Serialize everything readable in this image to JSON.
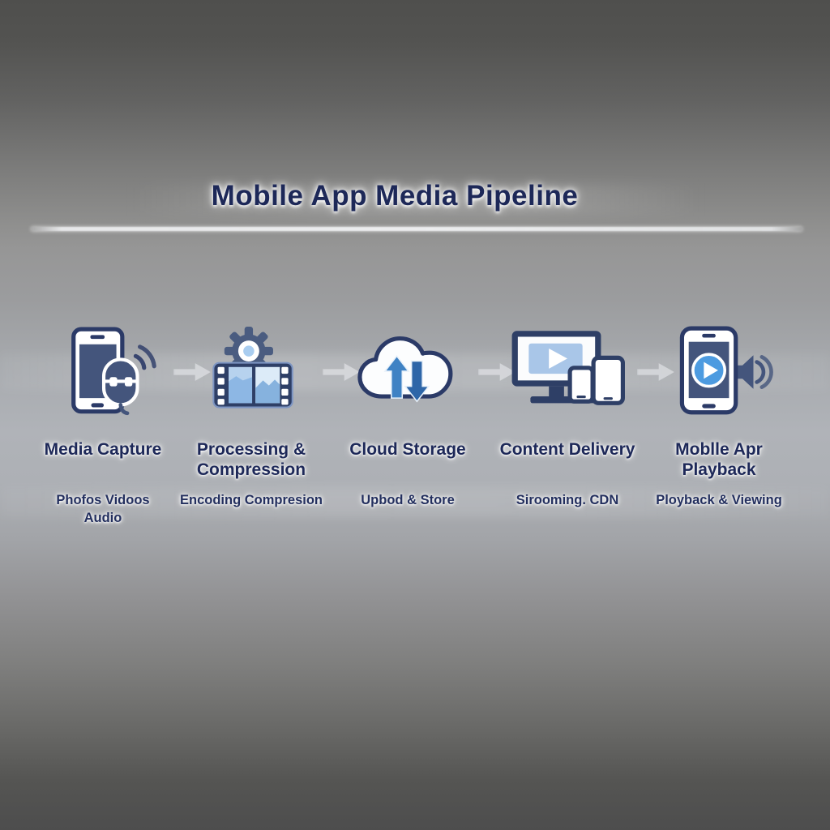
{
  "title": "Mobile App Media Pipeline",
  "stages": [
    {
      "label": "Media Capture",
      "label2": "",
      "sub": "Phofos  Vidoos",
      "sub2": "Audio",
      "icon": "smartphone-microphone-icon"
    },
    {
      "label": "Processing &",
      "label2": "Compression",
      "sub": "Encoding Compresion",
      "sub2": "",
      "icon": "gear-filmstrip-icon"
    },
    {
      "label": "Cloud Storage",
      "label2": "",
      "sub": "Upbod & Store",
      "sub2": "",
      "icon": "cloud-upload-download-icon"
    },
    {
      "label": "Content Delivery",
      "label2": "",
      "sub": "Sirooming. CDN",
      "sub2": "",
      "icon": "monitor-devices-play-icon"
    },
    {
      "label": "Moblle Apr",
      "label2": "Playback",
      "sub": "Ployback & Viewing",
      "sub2": "",
      "icon": "smartphone-play-speaker-icon"
    }
  ],
  "colors": {
    "title_text": "#1d2858",
    "label_text": "#1d2858",
    "icon_navy": "#2b3a67",
    "icon_slate": "#44557c",
    "icon_light_blue": "#a9c6e8",
    "icon_mid_blue": "#3f82c4",
    "icon_dark_blue": "#2e66a8",
    "background_top": "#4f4f4d",
    "background_middle": "#b0b3b8",
    "background_bottom": "#4d4d4d",
    "divider": "#eeeff1"
  }
}
